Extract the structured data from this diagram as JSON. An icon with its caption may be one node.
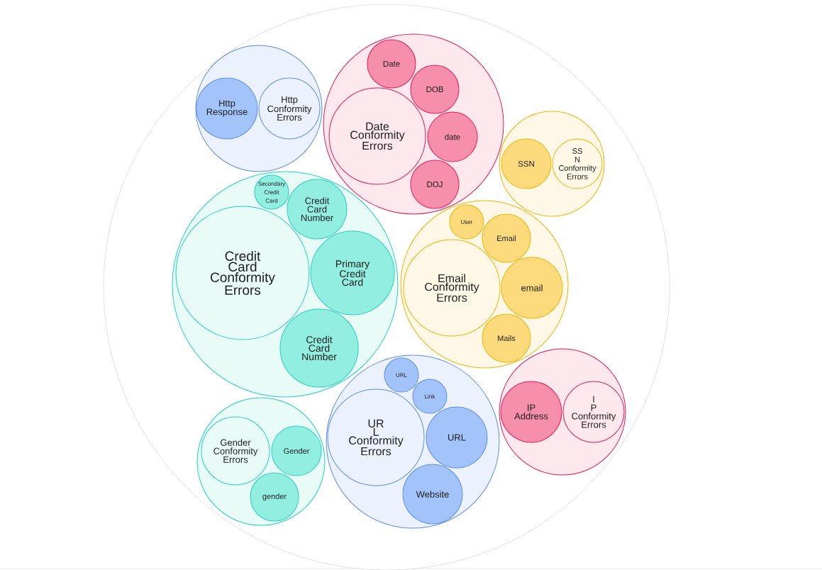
{
  "diagram": {
    "nodes": [
      {
        "text": [],
        "shape": "circle"
      },
      {
        "text": [],
        "shape": "circle",
        "in": 0
      },
      {
        "text": [
          "Http Response"
        ],
        "in": 1
      },
      {
        "text": [
          "Http Conformity Errors"
        ],
        "in": 1
      },
      {
        "text": [],
        "shape": "circle",
        "in": 0
      },
      {
        "text": [
          "Date"
        ],
        "in": 4
      },
      {
        "text": [
          "DOB"
        ],
        "in": 4
      },
      {
        "text": [
          "Date Conformity Errors"
        ],
        "in": 4
      },
      {
        "text": [
          "date"
        ],
        "in": 4
      },
      {
        "text": [
          "DOJ"
        ],
        "in": 4
      },
      {
        "text": [],
        "shape": "circle",
        "in": 0
      },
      {
        "text": [
          "SSN"
        ],
        "in": 10
      },
      {
        "text": [
          "SS N Conformity Errors"
        ],
        "in": 10
      },
      {
        "text": [],
        "shape": "circle",
        "in": 0
      },
      {
        "text": [
          "Secondary Credit Card"
        ],
        "in": 13
      },
      {
        "text": [
          "Credit Card Number"
        ],
        "in": 13
      },
      {
        "text": [
          "Credit Card Conformity Errors"
        ],
        "in": 13
      },
      {
        "text": [
          "Primary Credit Card"
        ],
        "in": 13
      },
      {
        "text": [
          "Credit Card Number"
        ],
        "in": 13
      },
      {
        "text": [],
        "shape": "circle",
        "in": 0
      },
      {
        "text": [
          "User"
        ],
        "in": 19
      },
      {
        "text": [
          "Email"
        ],
        "in": 19
      },
      {
        "text": [
          "Email Conformity Errors"
        ],
        "in": 19
      },
      {
        "text": [
          "email"
        ],
        "in": 19
      },
      {
        "text": [
          "Mails"
        ],
        "in": 19
      },
      {
        "text": [],
        "shape": "circle",
        "in": 0
      },
      {
        "text": [
          "IP Address"
        ],
        "in": 25
      },
      {
        "text": [
          "I P Conformity Errors"
        ],
        "in": 25
      },
      {
        "text": [],
        "shape": "circle",
        "in": 0
      },
      {
        "text": [
          "Gender Conformity Errors"
        ],
        "in": 28
      },
      {
        "text": [
          "Gender"
        ],
        "in": 28
      },
      {
        "text": [
          "gender"
        ],
        "in": 28
      },
      {
        "text": [],
        "shape": "circle",
        "in": 0
      },
      {
        "text": [
          "URL"
        ],
        "in": 32
      },
      {
        "text": [
          "Link"
        ],
        "in": 32
      },
      {
        "text": [
          "UR L Conformity Errors"
        ],
        "in": 32
      },
      {
        "text": [
          "URL"
        ],
        "in": 32
      },
      {
        "text": [
          "Website"
        ],
        "in": 32
      }
    ]
  }
}
